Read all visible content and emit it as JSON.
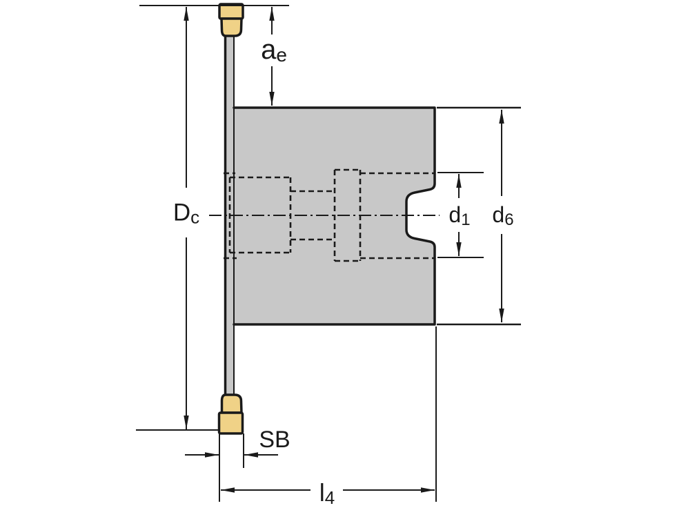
{
  "labels": {
    "dc": {
      "base": "D",
      "sub": "c"
    },
    "ae": {
      "base": "a",
      "sub": "e"
    },
    "d1": {
      "base": "d",
      "sub": "1"
    },
    "d6": {
      "base": "d",
      "sub": "6"
    },
    "sb": {
      "base": "SB",
      "sub": ""
    },
    "l4": {
      "base": "l",
      "sub": "4"
    }
  },
  "colors": {
    "line": "#1a1a1a",
    "body_fill": "#c8c8c8",
    "insert_fill": "#f0d287",
    "background": "#ffffff"
  }
}
